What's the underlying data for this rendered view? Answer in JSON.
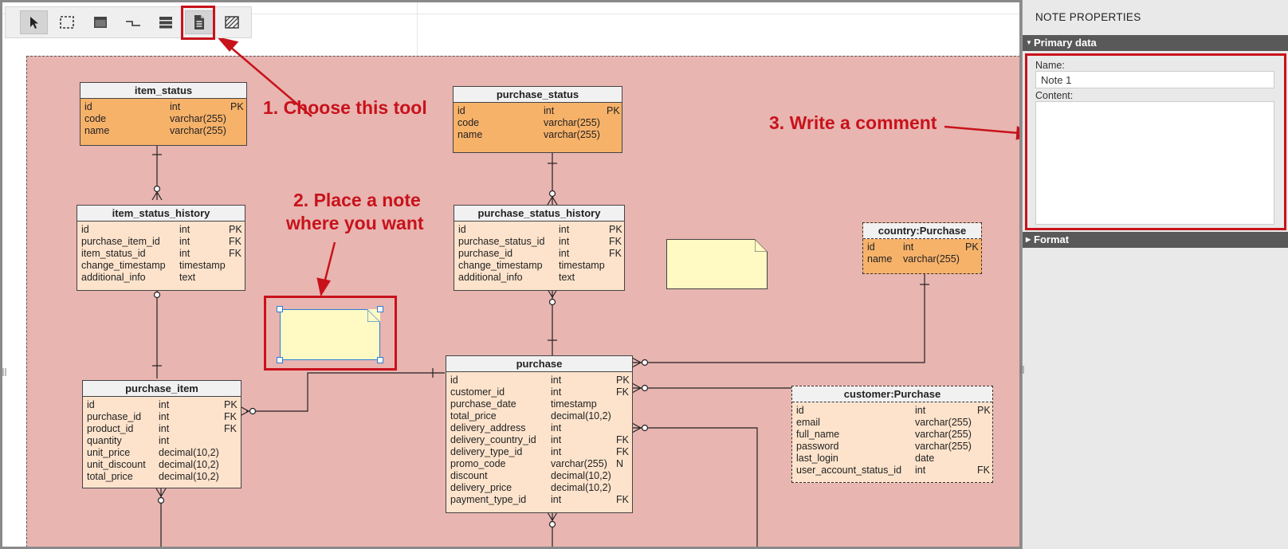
{
  "toolbar": {
    "tools": [
      {
        "name": "select-tool",
        "icon": "cursor-arrow-icon"
      },
      {
        "name": "area-tool",
        "icon": "dashed-rect-icon"
      },
      {
        "name": "table-tool",
        "icon": "table-icon"
      },
      {
        "name": "reference-tool",
        "icon": "connector-icon"
      },
      {
        "name": "view-tool",
        "icon": "stack-icon"
      },
      {
        "name": "note-tool",
        "icon": "note-icon"
      },
      {
        "name": "hatch-tool",
        "icon": "hatch-icon"
      }
    ]
  },
  "callouts": {
    "step1": "1. Choose this tool",
    "step2_line1": "2. Place a note",
    "step2_line2": "where you want",
    "step3": "3. Write a comment"
  },
  "entities": {
    "item_status": {
      "title": "item_status",
      "rows": [
        [
          "id",
          "int",
          "PK"
        ],
        [
          "code",
          "varchar(255)",
          ""
        ],
        [
          "name",
          "varchar(255)",
          ""
        ]
      ]
    },
    "purchase_status": {
      "title": "purchase_status",
      "rows": [
        [
          "id",
          "int",
          "PK"
        ],
        [
          "code",
          "varchar(255)",
          ""
        ],
        [
          "name",
          "varchar(255)",
          ""
        ]
      ]
    },
    "item_status_history": {
      "title": "item_status_history",
      "rows": [
        [
          "id",
          "int",
          "PK"
        ],
        [
          "purchase_item_id",
          "int",
          "FK"
        ],
        [
          "item_status_id",
          "int",
          "FK"
        ],
        [
          "change_timestamp",
          "timestamp",
          ""
        ],
        [
          "additional_info",
          "text",
          ""
        ]
      ]
    },
    "purchase_status_history": {
      "title": "purchase_status_history",
      "rows": [
        [
          "id",
          "int",
          "PK"
        ],
        [
          "purchase_status_id",
          "int",
          "FK"
        ],
        [
          "purchase_id",
          "int",
          "FK"
        ],
        [
          "change_timestamp",
          "timestamp",
          ""
        ],
        [
          "additional_info",
          "text",
          ""
        ]
      ]
    },
    "country_purchase": {
      "title": "country:Purchase",
      "rows": [
        [
          "id",
          "int",
          "PK"
        ],
        [
          "name",
          "varchar(255)",
          ""
        ]
      ]
    },
    "purchase": {
      "title": "purchase",
      "rows": [
        [
          "id",
          "int",
          "PK"
        ],
        [
          "customer_id",
          "int",
          "FK"
        ],
        [
          "purchase_date",
          "timestamp",
          ""
        ],
        [
          "total_price",
          "decimal(10,2)",
          ""
        ],
        [
          "delivery_address",
          "int",
          ""
        ],
        [
          "delivery_country_id",
          "int",
          "FK"
        ],
        [
          "delivery_type_id",
          "int",
          "FK"
        ],
        [
          "promo_code",
          "varchar(255)",
          "N"
        ],
        [
          "discount",
          "decimal(10,2)",
          ""
        ],
        [
          "delivery_price",
          "decimal(10,2)",
          ""
        ],
        [
          "payment_type_id",
          "int",
          "FK"
        ]
      ]
    },
    "purchase_item": {
      "title": "purchase_item",
      "rows": [
        [
          "id",
          "int",
          "PK"
        ],
        [
          "purchase_id",
          "int",
          "FK"
        ],
        [
          "product_id",
          "int",
          "FK"
        ],
        [
          "quantity",
          "int",
          ""
        ],
        [
          "unit_price",
          "decimal(10,2)",
          ""
        ],
        [
          "unit_discount",
          "decimal(10,2)",
          ""
        ],
        [
          "total_price",
          "decimal(10,2)",
          ""
        ]
      ]
    },
    "customer_purchase": {
      "title": "customer:Purchase",
      "rows": [
        [
          "id",
          "int",
          "PK"
        ],
        [
          "email",
          "varchar(255)",
          ""
        ],
        [
          "full_name",
          "varchar(255)",
          ""
        ],
        [
          "password",
          "varchar(255)",
          ""
        ],
        [
          "last_login",
          "date",
          ""
        ],
        [
          "user_account_status_id",
          "int",
          "FK"
        ]
      ]
    }
  },
  "panel": {
    "title": "NOTE PROPERTIES",
    "primary_section": "Primary data",
    "name_label": "Name:",
    "name_value": "Note 1",
    "content_label": "Content:",
    "content_value": "",
    "format_section": "Format"
  },
  "colors": {
    "area_fill": "#e8b5b1",
    "entity_fill": "#fde3cc",
    "entity_orange": "#f7b26a",
    "note_fill": "#fff9c4",
    "highlight_red": "#c8121b",
    "selection_blue": "#2a7fd4"
  }
}
